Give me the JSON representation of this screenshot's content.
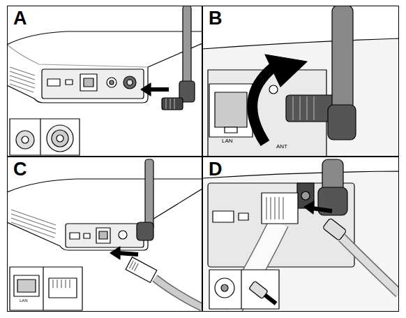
{
  "diagram": {
    "nodes": [
      {
        "text": [
          "A"
        ]
      },
      {
        "text": [
          "B"
        ]
      },
      {
        "text": [
          "C"
        ]
      },
      {
        "text": [
          "D"
        ]
      }
    ],
    "labels": [
      "LAN",
      "ANT",
      "LAN"
    ]
  }
}
